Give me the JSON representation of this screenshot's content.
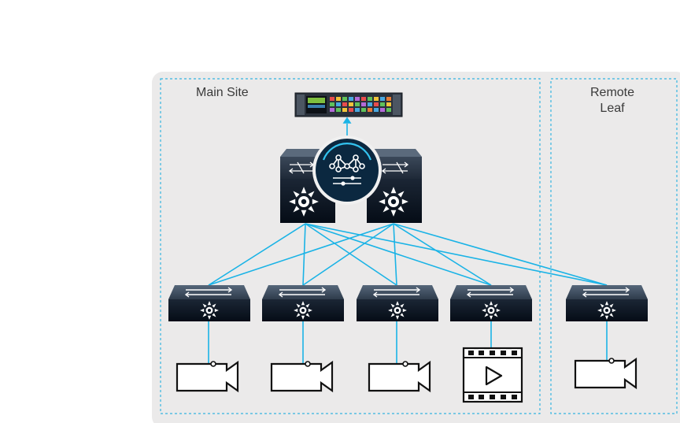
{
  "zones": {
    "main_site": "Main Site",
    "remote_leaf_line1": "Remote",
    "remote_leaf_line2": "Leaf"
  },
  "nodes": {
    "controller": "broadcast-controller-panel-icon",
    "spines": [
      "spine-switch-icon",
      "spine-switch-icon"
    ],
    "fabric_controller": "fabric-controller-icon",
    "leaves": [
      "leaf-switch-icon",
      "leaf-switch-icon",
      "leaf-switch-icon",
      "leaf-switch-icon"
    ],
    "remote_leaf": "leaf-switch-icon",
    "endpoints": [
      "video-camera-icon",
      "video-camera-icon",
      "video-camera-icon",
      "video-player-icon",
      "video-camera-icon"
    ]
  },
  "colors": {
    "link": "#1ab3e6",
    "background": "#ebeaea",
    "zone_border": "#35b5e0",
    "switch_top": "#3d4a5a",
    "switch_bottom": "#0a1523",
    "controller_circle": "#0b2840"
  }
}
